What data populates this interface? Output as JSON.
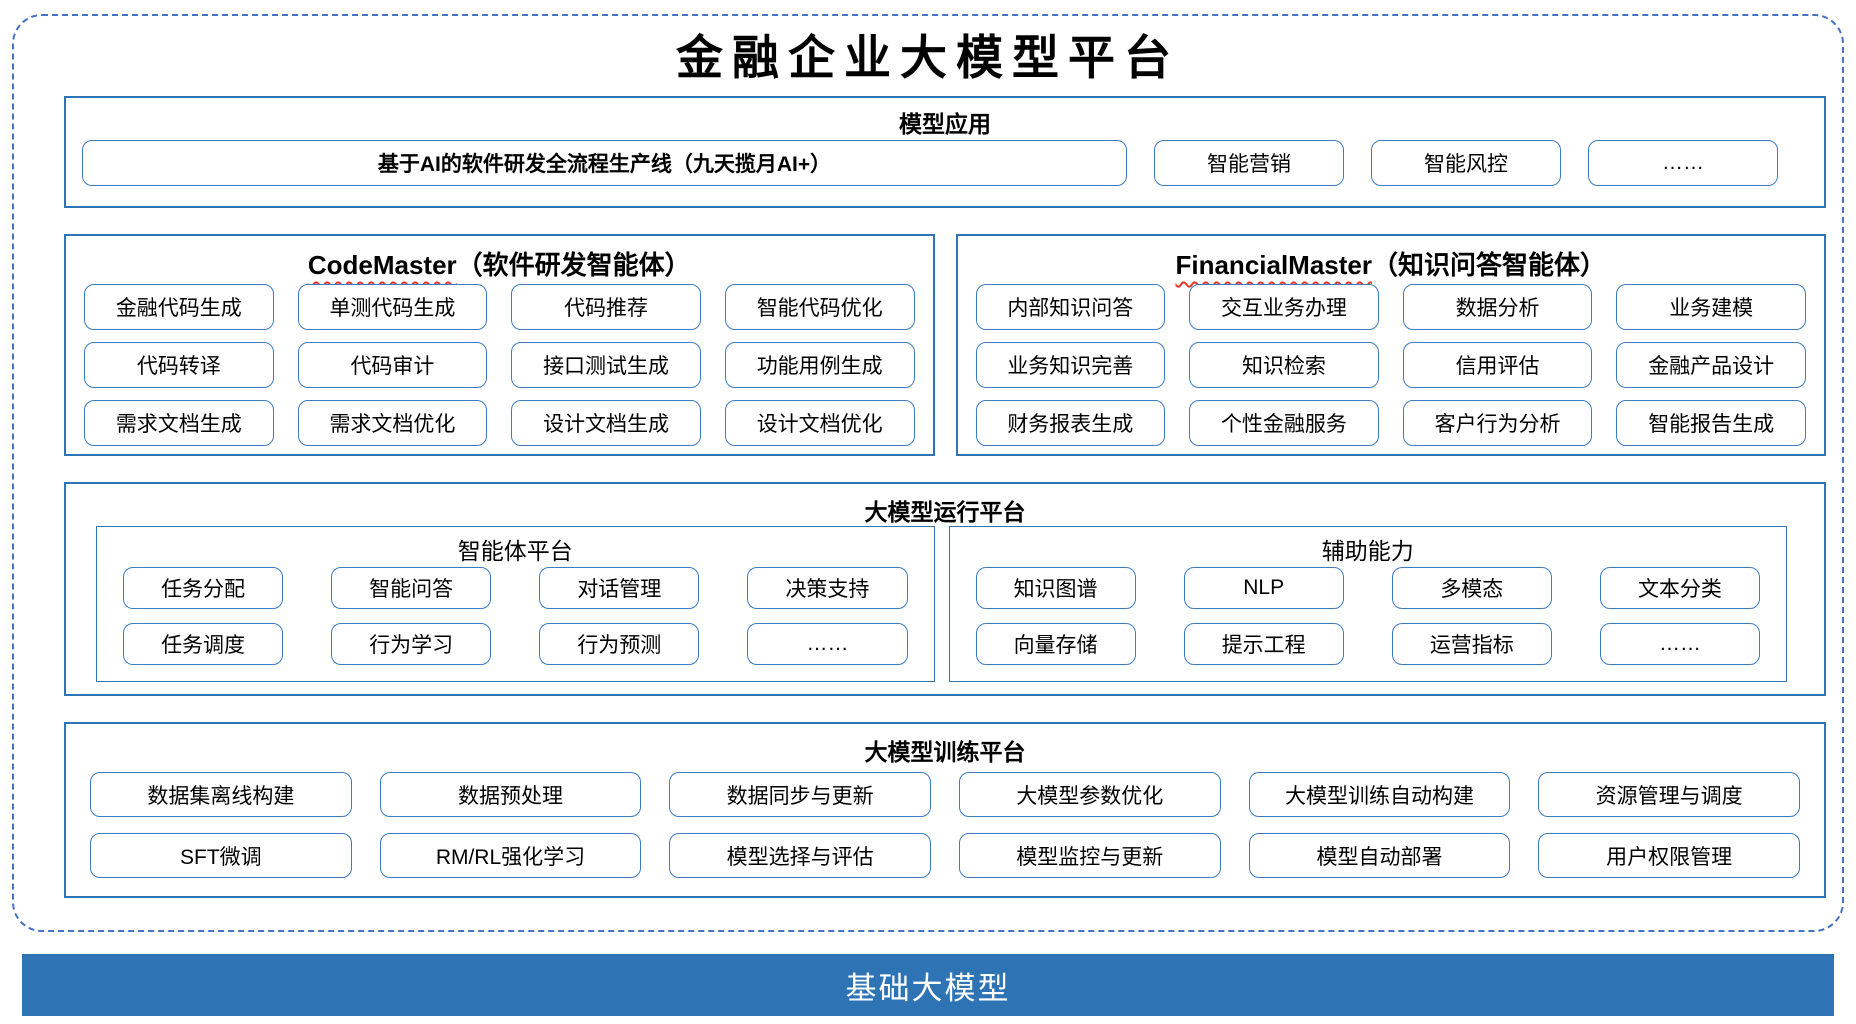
{
  "title": "金融企业大模型平台",
  "model_app": {
    "header": "模型应用",
    "wide_item": "基于AI的软件研发全流程生产线（九天揽月AI+）",
    "items": [
      "智能营销",
      "智能风控",
      "……"
    ]
  },
  "code_master": {
    "header_en": "CodeMaster",
    "header_zh": "（软件研发智能体）",
    "items": [
      "金融代码生成",
      "单测代码生成",
      "代码推荐",
      "智能代码优化",
      "代码转译",
      "代码审计",
      "接口测试生成",
      "功能用例生成",
      "需求文档生成",
      "需求文档优化",
      "设计文档生成",
      "设计文档优化"
    ]
  },
  "financial_master": {
    "header_en": "FinancialMaster",
    "header_zh": "（知识问答智能体）",
    "items": [
      "内部知识问答",
      "交互业务办理",
      "数据分析",
      "业务建模",
      "业务知识完善",
      "知识检索",
      "信用评估",
      "金融产品设计",
      "财务报表生成",
      "个性金融服务",
      "客户行为分析",
      "智能报告生成"
    ]
  },
  "runtime": {
    "header": "大模型运行平台",
    "agent_platform": {
      "header": "智能体平台",
      "items": [
        "任务分配",
        "智能问答",
        "对话管理",
        "决策支持",
        "任务调度",
        "行为学习",
        "行为预测",
        "……"
      ]
    },
    "aux_ability": {
      "header": "辅助能力",
      "items": [
        "知识图谱",
        "NLP",
        "多模态",
        "文本分类",
        "向量存储",
        "提示工程",
        "运营指标",
        "……"
      ]
    }
  },
  "training": {
    "header": "大模型训练平台",
    "items": [
      "数据集离线构建",
      "数据预处理",
      "数据同步与更新",
      "大模型参数优化",
      "大模型训练自动构建",
      "资源管理与调度",
      "SFT微调",
      "RM/RL强化学习",
      "模型选择与评估",
      "模型监控与更新",
      "模型自动部署",
      "用户权限管理"
    ]
  },
  "foundation": {
    "label": "基础大模型"
  },
  "colors": {
    "section_border": "#2E75B6",
    "button_border": "#3B7CC4",
    "dashed_border": "#4472C4",
    "foundation_bar": "#2E74B5",
    "squiggle": "#E8392A",
    "title_text": "#000000",
    "foundation_text": "#FFFFFF"
  }
}
